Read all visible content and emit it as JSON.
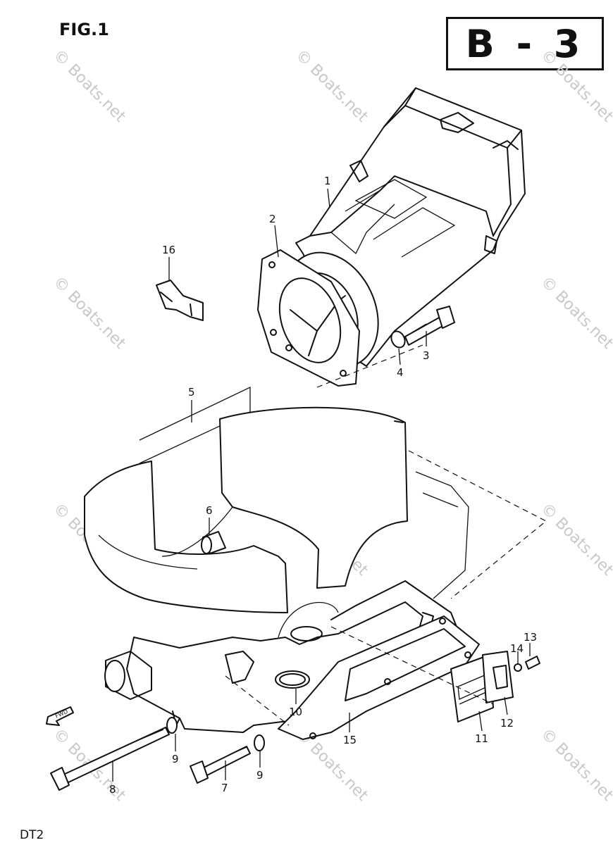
{
  "figure_label": "FIG.1",
  "page_code": "B - 3",
  "model_code": "DT2",
  "watermark_text": "© Boats.net",
  "direction_marker": "FWD",
  "callouts": [
    "1",
    "2",
    "3",
    "4",
    "5",
    "6",
    "7",
    "8",
    "9",
    "9",
    "10",
    "11",
    "12",
    "13",
    "14",
    "15",
    "16"
  ]
}
